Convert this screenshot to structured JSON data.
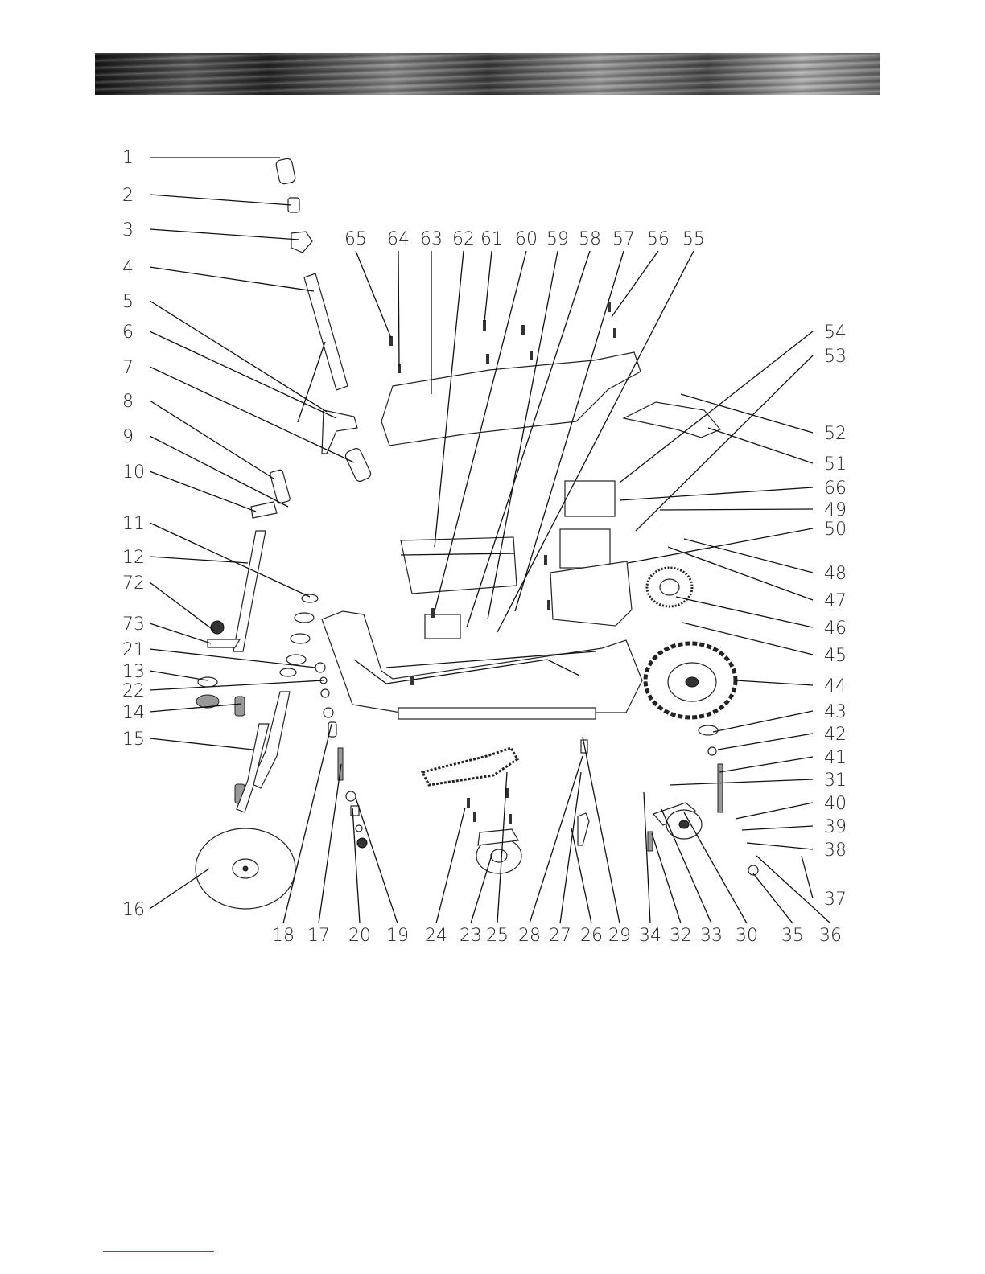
{
  "left_labels": [
    "1",
    "2",
    "3",
    "4",
    "5",
    "6",
    "7",
    "8",
    "9",
    "10",
    "11",
    "12",
    "72",
    "73",
    "21",
    "13",
    "22",
    "14",
    "15",
    "16"
  ],
  "top_labels": [
    "65",
    "64",
    "63",
    "62",
    "61",
    "60",
    "59",
    "58",
    "57",
    "56",
    "55"
  ],
  "right_labels": [
    "54",
    "53",
    "52",
    "51",
    "66",
    "49",
    "50",
    "48",
    "47",
    "46",
    "45",
    "44",
    "43",
    "42",
    "41",
    "31",
    "40",
    "39",
    "38",
    "37"
  ],
  "bottom_labels": [
    "18",
    "17",
    "20",
    "19",
    "24",
    "23",
    "25",
    "28",
    "27",
    "26",
    "29",
    "34",
    "32",
    "33",
    "30",
    "35",
    "36"
  ]
}
